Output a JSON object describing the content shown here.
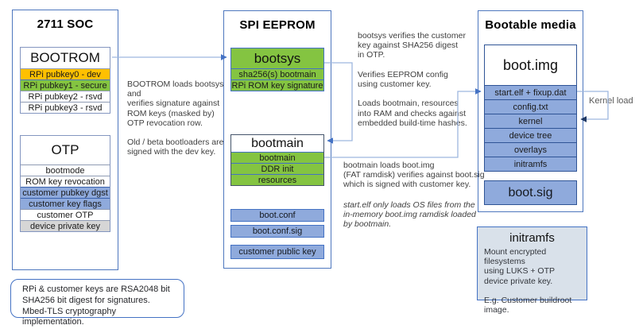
{
  "colors": {
    "orange": "#FFC000",
    "green": "#84C441",
    "light_blue": "#8FAADC",
    "gray_row": "#D6D6D6",
    "accent_blue": "#4472C4",
    "dark_blue": "#2F5496",
    "note_fill": "#D9E1EA",
    "connector_line": "#9DB6DF"
  },
  "soc": {
    "title": "2711 SOC",
    "bootrom": {
      "title": "BOOTROM",
      "rows": [
        "RPi pubkey0 - dev",
        "RPi pubkey1 - secure",
        "RPi pubkey2 - rsvd",
        "RPi pubkey3 - rsvd"
      ]
    },
    "otp": {
      "title": "OTP",
      "rows": [
        "bootmode",
        "ROM key revocation",
        "customer pubkey dgst",
        "customer key flags",
        "customer OTP",
        "device private key"
      ]
    }
  },
  "eeprom": {
    "title": "SPI EEPROM",
    "bootsys": {
      "title": "bootsys",
      "rows": [
        "sha256(s) bootmain",
        "RPi ROM key signature"
      ]
    },
    "bootmain": {
      "title": "bootmain",
      "rows": [
        "bootmain",
        "DDR init",
        "resources"
      ]
    },
    "files": [
      "boot.conf",
      "boot.conf.sig",
      "customer public key"
    ]
  },
  "media": {
    "title": "Bootable media",
    "bootimg": {
      "title": "boot.img",
      "rows": [
        "start.elf + fixup.dat",
        "config.txt",
        "kernel",
        "device tree",
        "overlays",
        "initramfs"
      ]
    },
    "bootsig": "boot.sig"
  },
  "annotations": {
    "bootrom_note": "BOOTROM loads bootsys and\nverifies signature against\nROM keys (masked by)\nOTP revocation row.\n\nOld / beta bootloaders are\nsigned with the dev key.",
    "bootsys_note": "bootsys verifies the customer\nkey against SHA256 digest\nin OTP.\n\nVerifies EEPROM config\nusing customer key.\n\nLoads bootmain, resources\ninto RAM and checks against\nembedded build-time hashes.",
    "bootmain_note": "bootmain loads boot.img\n(FAT ramdisk) verifies against boot.sig\nwhich is signed with customer key.",
    "bootmain_note_italic": "start.elf only loads OS files from the\nin-memory boot.img ramdisk loaded\nby bootmain.",
    "kernel_load": "Kernel load",
    "keys_note": "RPi & customer keys are RSA2048 bit\nSHA256 bit digest for signatures.\nMbed-TLS cryptography implementation."
  },
  "initramfs_note": {
    "title": "initramfs",
    "body": "Mount encrypted filesystems\nusing LUKS + OTP\ndevice private key.\n\nE.g. Customer buildroot image."
  }
}
